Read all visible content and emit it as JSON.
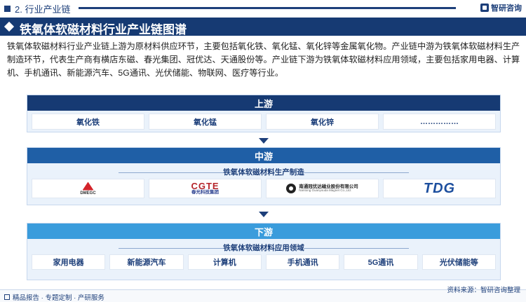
{
  "header": {
    "section_title": "2. 行业产业链",
    "brand": "智研咨询"
  },
  "title": "铁氧体软磁材料行业产业链图谱",
  "intro": "铁氧体软磁材料行业产业链上游为原材料供应环节，主要包括氧化铁、氧化锰、氧化锌等金属氧化物。产业链中游为铁氧体软磁材料生产制造环节，代表生产商有横店东磁、春光集团、冠优达、天通股份等。产业链下游为铁氧体软磁材料应用领域，主要包括家用电器、计算机、手机通讯、新能源汽车、5G通讯、光伏储能、物联网、医疗等行业。",
  "upstream": {
    "label": "上游",
    "items": [
      "氧化铁",
      "氧化锰",
      "氧化锌",
      "……………"
    ]
  },
  "midstream": {
    "label": "中游",
    "subtitle": "铁氧体软磁材料生产制造",
    "logos": [
      {
        "name": "DMEGC"
      },
      {
        "name": "CGTE",
        "sub": "春光科技集团"
      },
      {
        "name": "南通冠优达磁业股份有限公司",
        "sub": "Nantong Guanyouda Magnet Co.,Ltd."
      },
      {
        "name": "TDG"
      }
    ]
  },
  "downstream": {
    "label": "下游",
    "subtitle": "铁氧体软磁材料应用领域",
    "items": [
      "家用电器",
      "新能源汽车",
      "计算机",
      "手机通讯",
      "5G通讯",
      "光伏储能等"
    ]
  },
  "footer": {
    "left": "精品报告 · 专题定制 · 产研服务",
    "source": "资料来源：智研咨询整理"
  },
  "colors": {
    "navy": "#163a73",
    "mid_blue": "#1f5fa6",
    "light_blue": "#3a9cdc"
  }
}
